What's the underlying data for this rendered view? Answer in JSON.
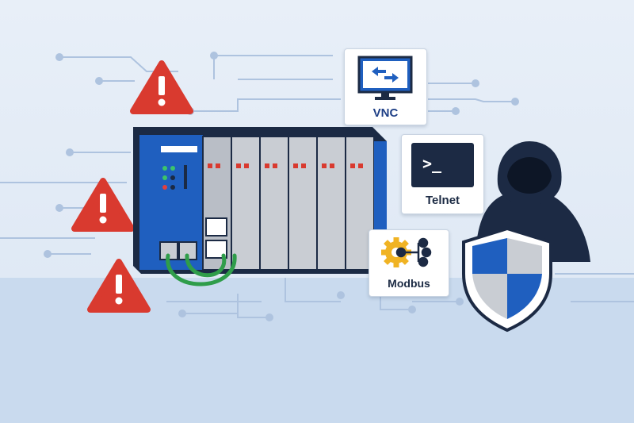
{
  "colors": {
    "background_top": "#e6eef7",
    "background_bottom": "#c8d9ee",
    "circuit_line": "#aec3df",
    "plc_body": "#1f5fbf",
    "plc_dark": "#1b2a44",
    "module_gray": "#b9bec6",
    "warning_red": "#d93a2f",
    "cable_green": "#2f9d4a",
    "shield_blue": "#1f5fbf",
    "shield_gray": "#c9cdd3",
    "hacker_navy": "#1c2a44",
    "gear_orange": "#f0b323"
  },
  "icons": {
    "warning_triangles": [
      "warning-triangle-icon",
      "warning-triangle-icon",
      "warning-triangle-icon"
    ],
    "plc": "industrial-plc-icon",
    "vnc": "remote-desktop-monitor-icon",
    "telnet": "terminal-prompt-icon",
    "modbus": "gear-network-icon",
    "shield": "security-shield-icon",
    "hacker": "hooded-hacker-icon"
  },
  "protocols": {
    "vnc": {
      "label": "VNC"
    },
    "telnet": {
      "label": "Telnet",
      "prompt": ">_"
    },
    "modbus": {
      "label": "Modbus"
    }
  }
}
